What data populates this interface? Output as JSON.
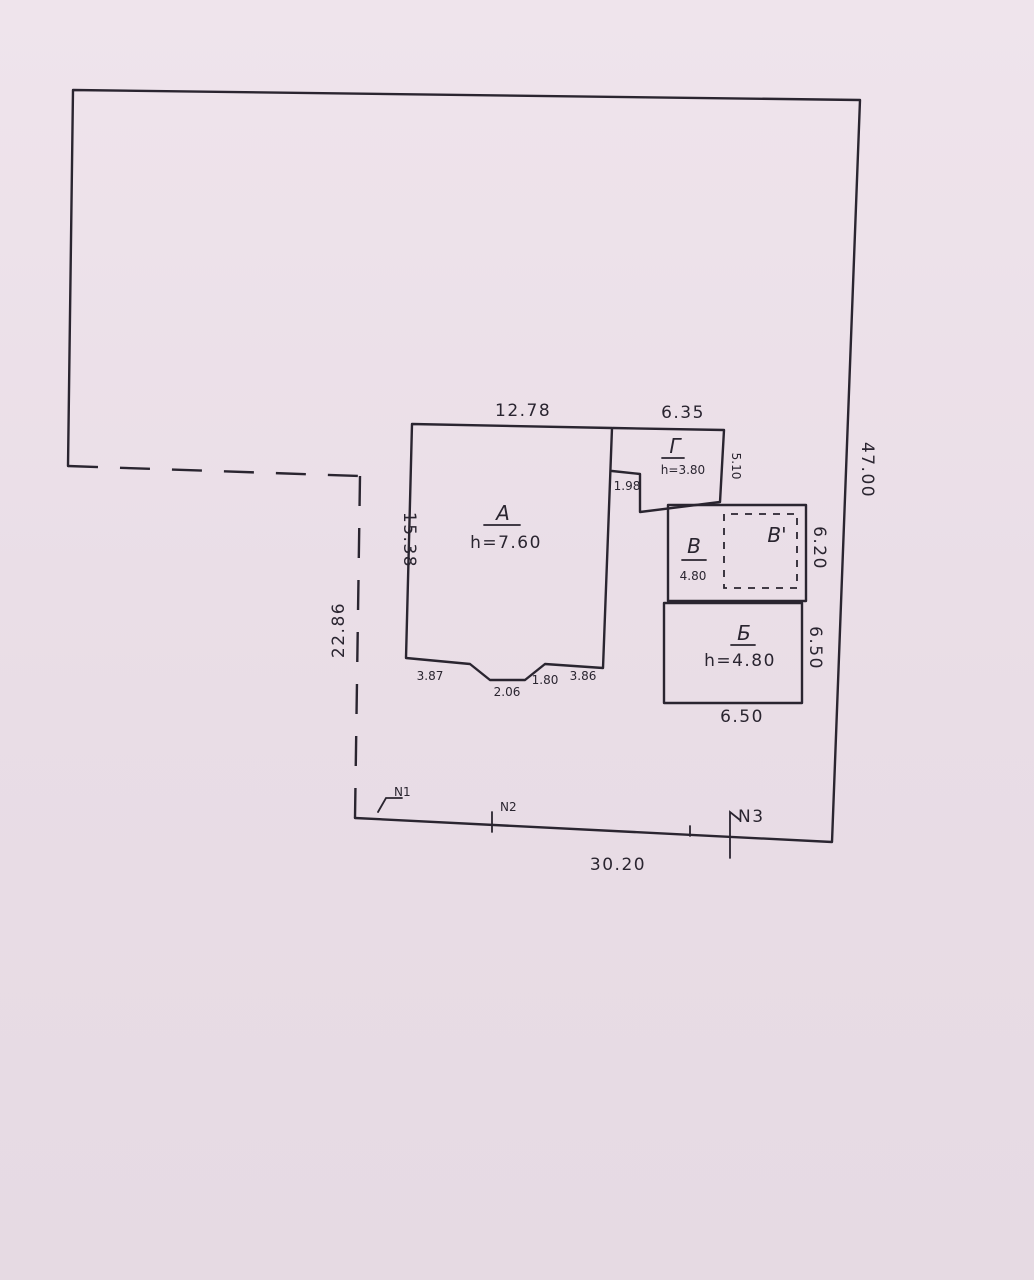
{
  "plot": {
    "dimensions": {
      "top": "12.78",
      "left_main": "15.38",
      "left_plot": "22.86",
      "right_plot": "47.00",
      "bottom_plot": "30.20",
      "g_top": "6.35",
      "g_right": "5.10",
      "connector": "1.98",
      "v_right": "6.20",
      "b_right": "6.50",
      "b_bottom": "6.50",
      "bottom_left_seg": "3.87",
      "bottom_mid_seg": "2.06",
      "bottom_small_seg": "1.80",
      "bottom_right_seg": "3.86"
    },
    "buildings": {
      "a_letter": "А",
      "a_height": "h=7.60",
      "g_letter": "Г",
      "g_height": "h=3.80",
      "v_letter": "В",
      "v_height": "4.80",
      "v_prime_letter": "В'",
      "b_letter": "Б",
      "b_height": "h=4.80"
    },
    "points": {
      "p1": "N1",
      "p2": "N2",
      "p3": "N3"
    }
  }
}
